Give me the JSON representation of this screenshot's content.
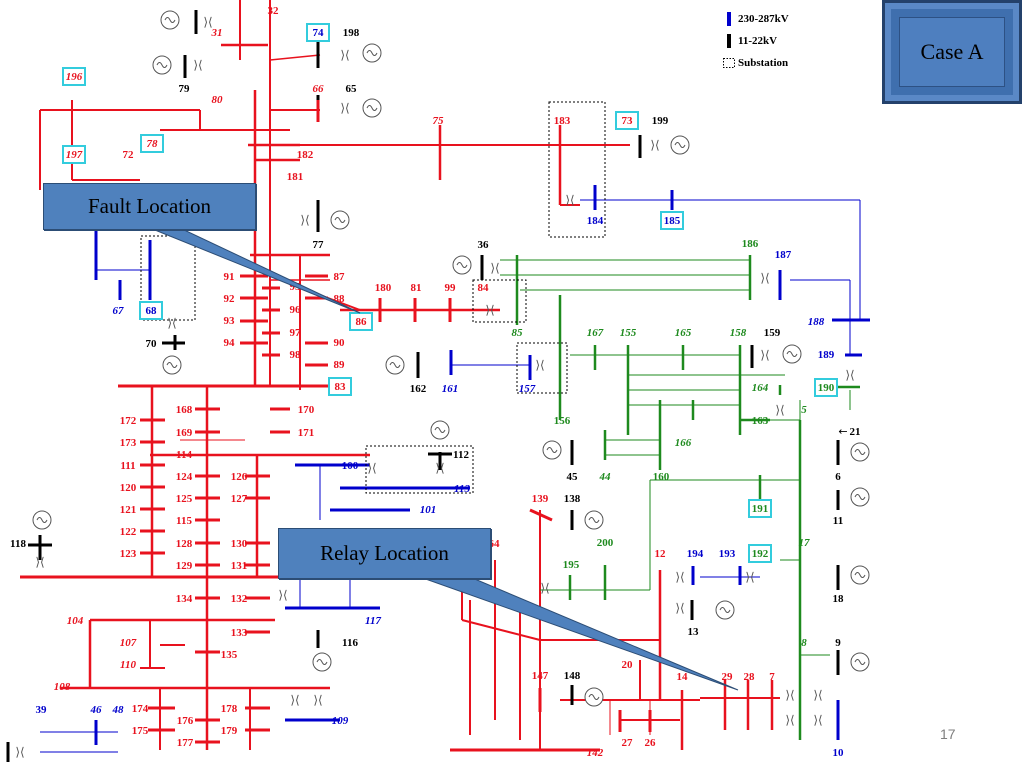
{
  "title": "Case A",
  "page_number": "17",
  "legend": {
    "items": [
      {
        "label": "230-287kV",
        "color": "#0000cc",
        "style": "solid"
      },
      {
        "label": "11-22kV",
        "color": "#000000",
        "style": "solid"
      },
      {
        "label": "Substation",
        "color": "#000000",
        "style": "dotted"
      }
    ]
  },
  "callouts": {
    "fault": "Fault Location",
    "relay": "Relay Location"
  },
  "colors": {
    "red_bus": "#e8121e",
    "green_bus": "#1e8a1e",
    "blue_bus": "#0000cc",
    "black_bus": "#000000",
    "cyan_box": "#33ccdd",
    "callout_fill": "#4f81bd"
  },
  "bus_labels": {
    "red": [
      "32",
      "31",
      "80",
      "66",
      "75",
      "183",
      "182",
      "181",
      "72",
      "91",
      "92",
      "93",
      "94",
      "95",
      "96",
      "97",
      "98",
      "87",
      "88",
      "90",
      "89",
      "180",
      "81",
      "99",
      "84",
      "86",
      "83",
      "172",
      "173",
      "111",
      "120",
      "121",
      "122",
      "123",
      "168",
      "169",
      "114",
      "124",
      "125",
      "115",
      "128",
      "129",
      "134",
      "126",
      "127",
      "130",
      "131",
      "132",
      "133",
      "135",
      "170",
      "171",
      "104",
      "107",
      "110",
      "108",
      "174",
      "175",
      "176",
      "177",
      "178",
      "179",
      "139",
      "64",
      "12",
      "20",
      "21",
      "14",
      "29",
      "28",
      "7",
      "27",
      "26",
      "147",
      "142"
    ],
    "blue": [
      "187",
      "188",
      "189",
      "161",
      "157",
      "100",
      "113",
      "101",
      "117",
      "109",
      "194",
      "193",
      "39",
      "46",
      "48",
      "67",
      "10",
      "184"
    ],
    "green": [
      "186",
      "85",
      "167",
      "155",
      "165",
      "158",
      "164",
      "163",
      "156",
      "166",
      "44",
      "160",
      "5",
      "17",
      "8",
      "195",
      "200"
    ],
    "black": [
      "198",
      "65",
      "199",
      "79",
      "77",
      "36",
      "159",
      "70",
      "162",
      "112",
      "118",
      "116",
      "138",
      "148",
      "6",
      "11",
      "18",
      "9",
      "13",
      "45",
      "21"
    ],
    "boxed": [
      "74",
      "196",
      "197",
      "78",
      "73",
      "185",
      "68",
      "86",
      "83",
      "190",
      "191",
      "192"
    ]
  }
}
